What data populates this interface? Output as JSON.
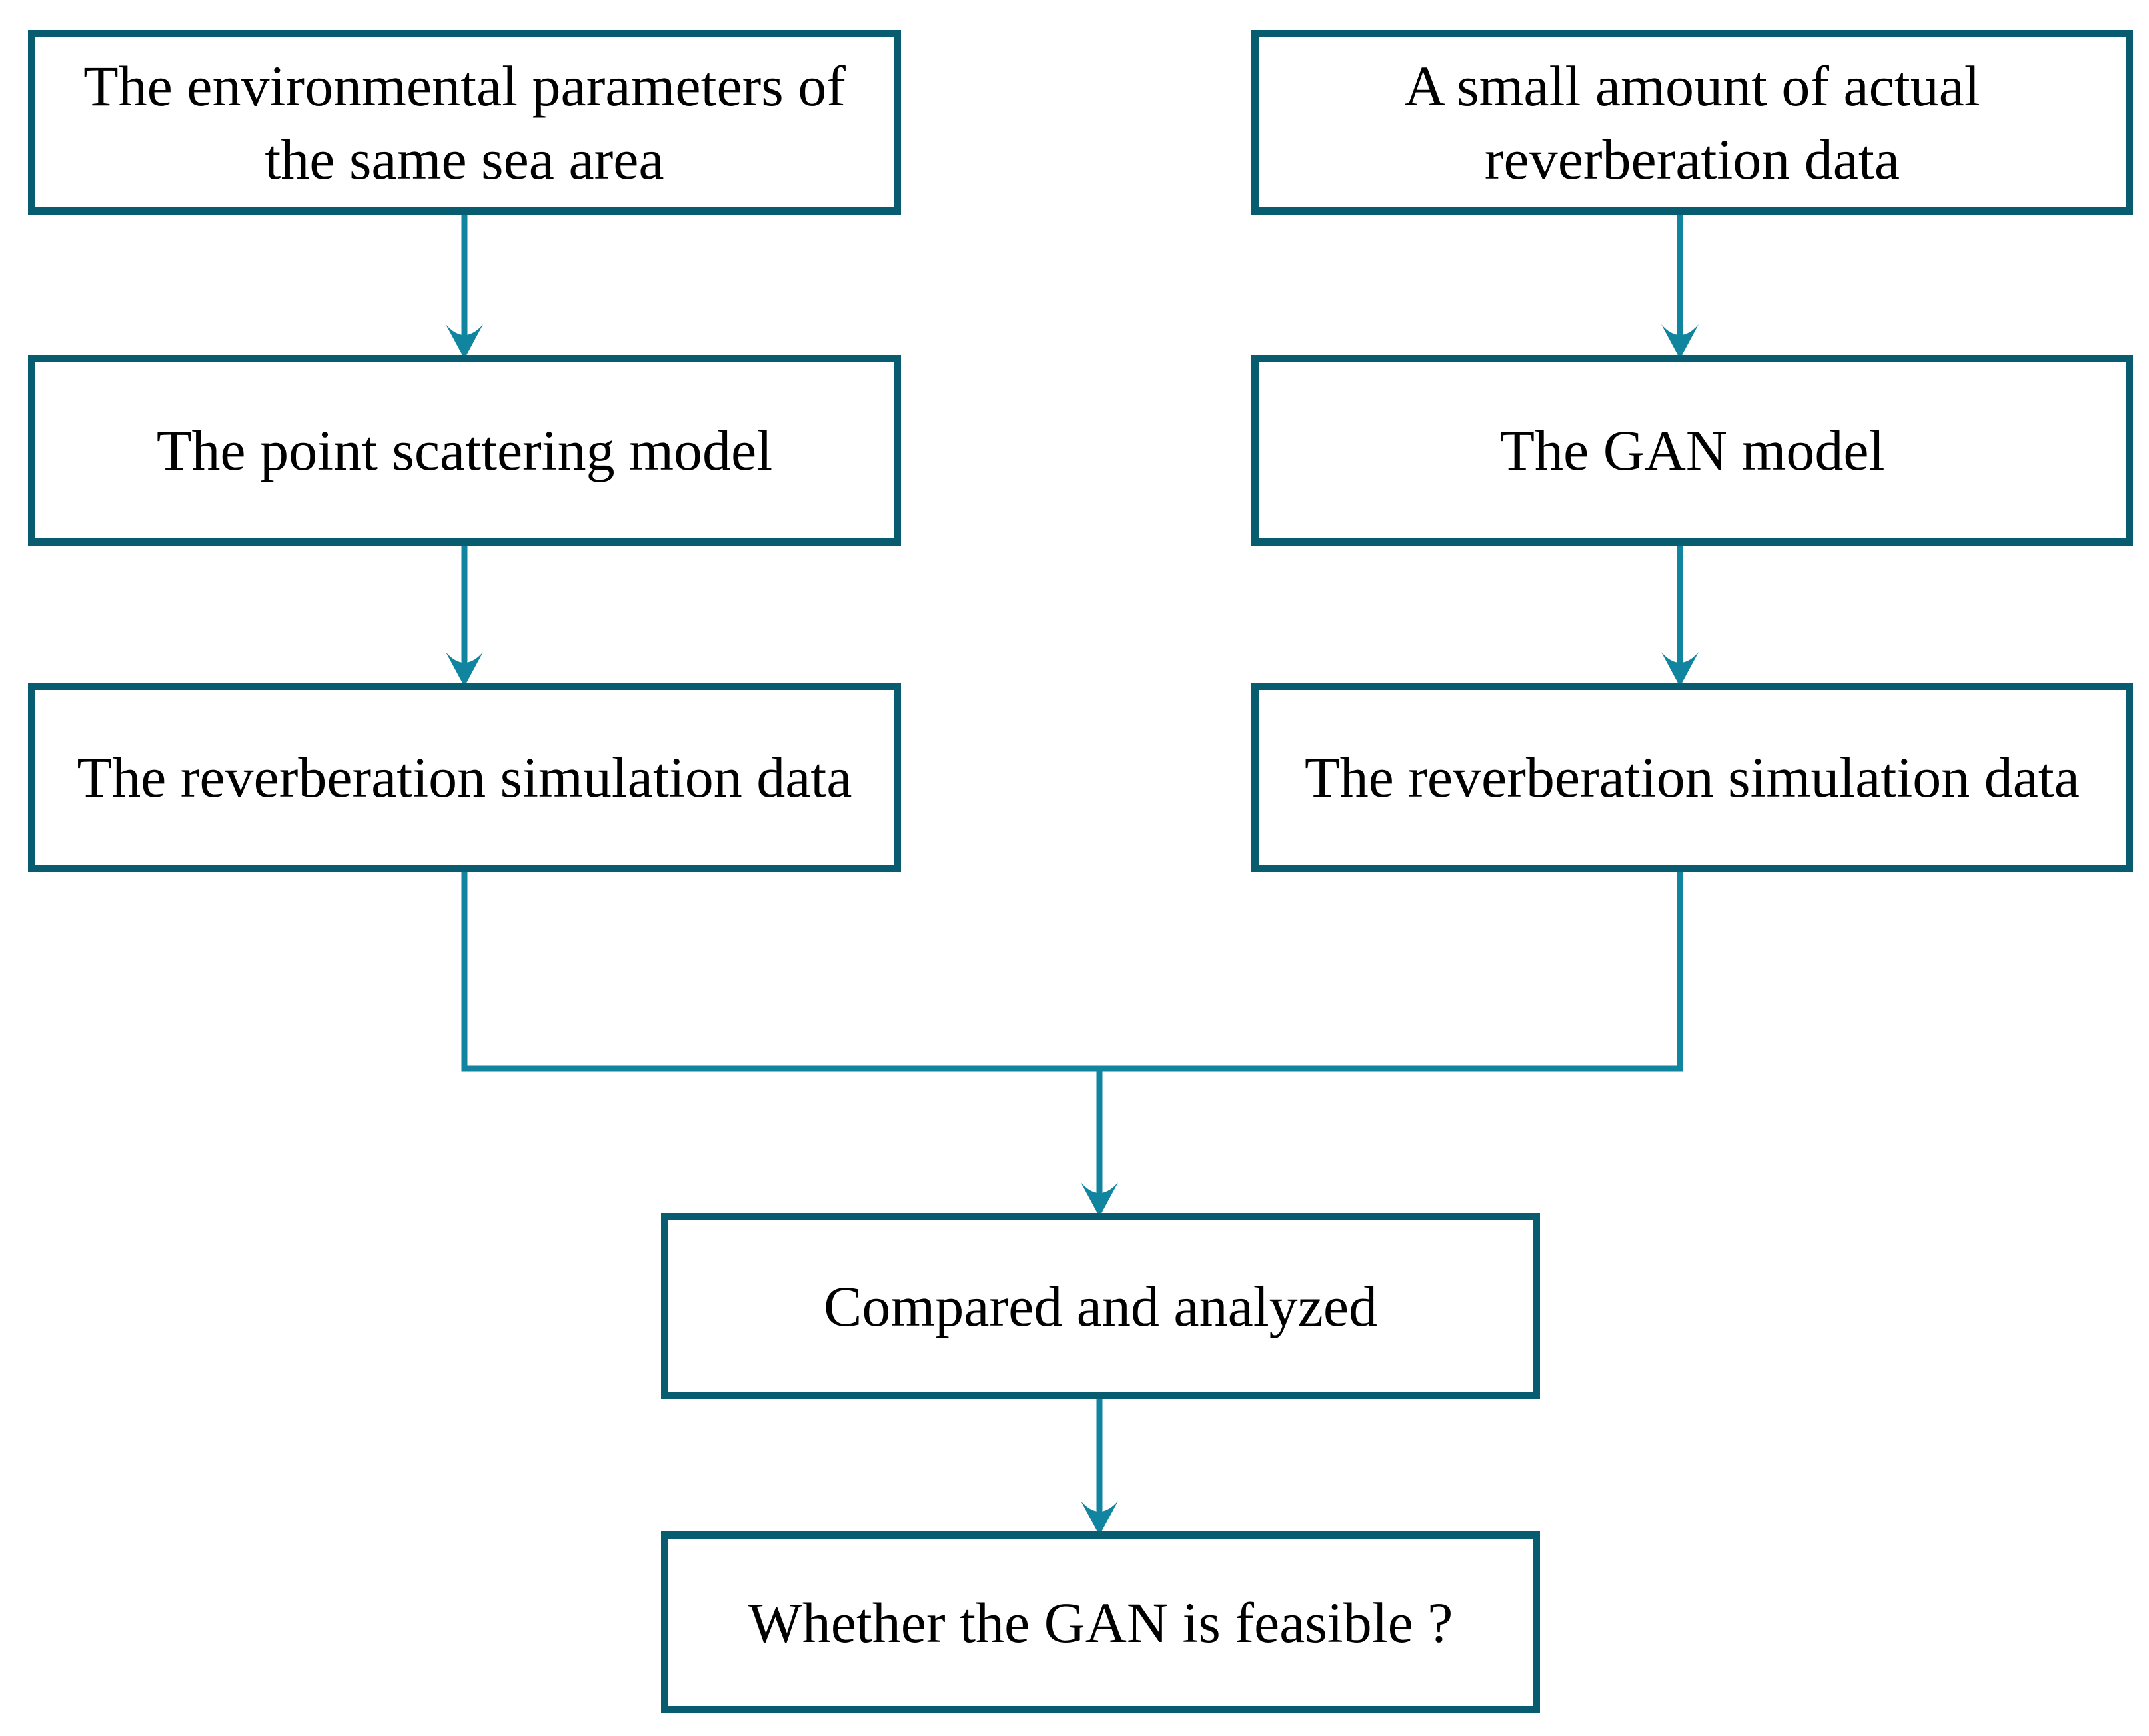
{
  "figure": {
    "type": "flowchart",
    "background": "#ffffff",
    "colors": {
      "box_border": "#075c70",
      "connector": "#1185a0",
      "text": "#000000"
    }
  },
  "nodes": {
    "env_params": {
      "lines": [
        "The environmental parameters of",
        "the same sea area"
      ]
    },
    "actual_reverb": {
      "lines": [
        "A small amount of actual",
        "reverberation data"
      ]
    },
    "point_scattering": {
      "lines": [
        "The point scattering model"
      ]
    },
    "gan_model": {
      "lines": [
        "The GAN model"
      ]
    },
    "sim_data_left": {
      "lines": [
        "The reverberation simulation data"
      ]
    },
    "sim_data_right": {
      "lines": [
        "The reverberation simulation data"
      ]
    },
    "compared": {
      "lines": [
        "Compared and analyzed"
      ]
    },
    "feasible": {
      "lines": [
        "Whether the GAN is feasible ?"
      ]
    }
  },
  "edges": [
    {
      "from": "env_params",
      "to": "point_scattering"
    },
    {
      "from": "actual_reverb",
      "to": "gan_model"
    },
    {
      "from": "point_scattering",
      "to": "sim_data_left"
    },
    {
      "from": "gan_model",
      "to": "sim_data_right"
    },
    {
      "from": "sim_data_left",
      "to": "compared",
      "via": "merge-rail"
    },
    {
      "from": "sim_data_right",
      "to": "compared",
      "via": "merge-rail"
    },
    {
      "from": "compared",
      "to": "feasible"
    }
  ]
}
